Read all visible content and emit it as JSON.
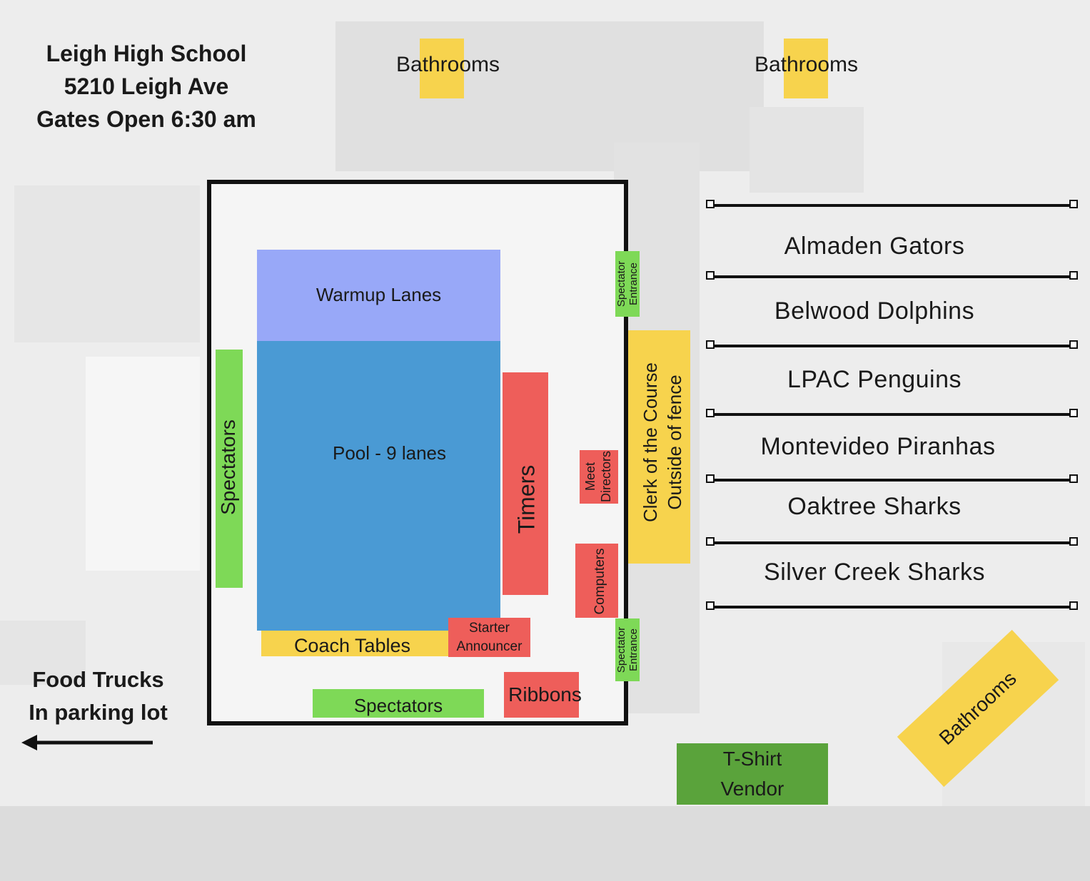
{
  "header": {
    "line1": "Leigh High School",
    "line2": "5210 Leigh Ave",
    "line3": "Gates Open 6:30 am"
  },
  "bathrooms": {
    "top_left": "Bathrooms",
    "top_right": "Bathrooms",
    "bottom_right": "Bathrooms"
  },
  "pool_area": {
    "warmup": "Warmup Lanes",
    "pool": "Pool - 9 lanes",
    "spectators_left": "Spectators",
    "spectators_bottom": "Spectators",
    "timers": "Timers",
    "meet_directors_line1": "Meet",
    "meet_directors_line2": "Directors",
    "computers": "Computers",
    "coach_tables": "Coach Tables",
    "starter_line1": "Starter",
    "starter_line2": "Announcer",
    "ribbons": "Ribbons",
    "spectator_entrance_top_line1": "Spectator",
    "spectator_entrance_top_line2": "Entrance",
    "spectator_entrance_bottom_line1": "Spectator",
    "spectator_entrance_bottom_line2": "Entrance"
  },
  "clerk": {
    "line1": "Clerk of the Course",
    "line2": "Outside of fence"
  },
  "teams": [
    "Almaden Gators",
    "Belwood Dolphins",
    "LPAC Penguins",
    "Montevideo Piranhas",
    "Oaktree Sharks",
    "Silver Creek Sharks"
  ],
  "food_trucks": {
    "line1": "Food Trucks",
    "line2": "In parking lot"
  },
  "tshirt": {
    "line1": "T-Shirt",
    "line2": "Vendor"
  },
  "colors": {
    "warmup": "#98a8f8",
    "pool": "#4a9ad4",
    "yellow": "#f7d34d",
    "green": "#7ed957",
    "red": "#ee5e5a",
    "dark_green": "#5aa33b"
  }
}
